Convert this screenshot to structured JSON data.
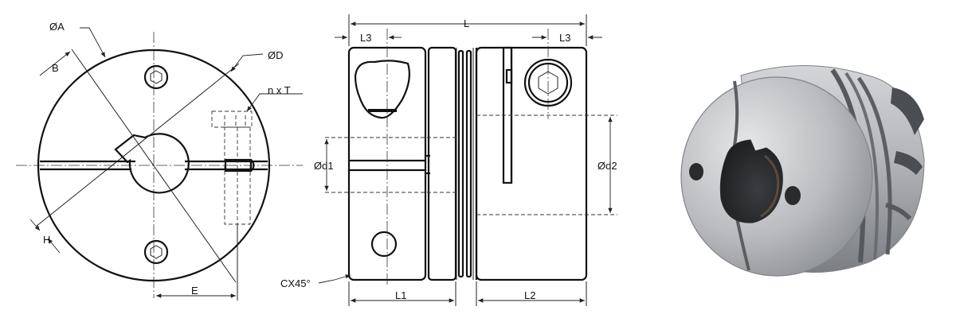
{
  "labels": {
    "dia_A": "ØA",
    "B": "B",
    "dia_D": "ØD",
    "nxT": "n x T",
    "H": "H",
    "E": "E",
    "L": "L",
    "L3_left": "L3",
    "L3_right": "L3",
    "dia_d1": "Ød1",
    "dia_d2": "Ød2",
    "chamfer": "CX45°",
    "L1": "L1",
    "L2": "L2"
  },
  "colors": {
    "line": "#111111",
    "metal_light": "#d9dadc",
    "metal_mid": "#a9abae",
    "metal_dark": "#6f7276"
  },
  "icons": {
    "hex_socket": "hex-socket-screw-icon"
  }
}
